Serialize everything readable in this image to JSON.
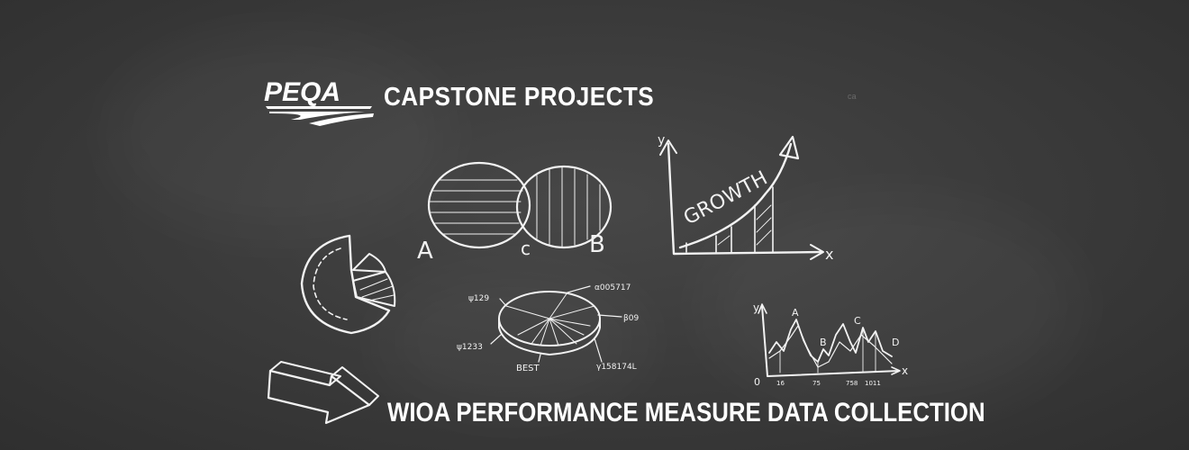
{
  "header": {
    "logo_text": "PEQA",
    "title": "CAPSTONE PROJECTS",
    "faint_mark": "ca"
  },
  "footer": {
    "title": "WIOA PERFORMANCE MEASURE DATA COLLECTION"
  },
  "doodles": {
    "venn": {
      "left": "A",
      "middle": "c",
      "right": "B"
    },
    "growth": {
      "word": "GROWTH",
      "y_axis": "y",
      "x_axis": "x"
    },
    "pie3d": {
      "top_right": "α005717",
      "top_left": "ψ129",
      "right": "β09",
      "left": "ψ1233",
      "bottom": "BEST",
      "bottom_right": "γ158174L"
    },
    "line_graph": {
      "y_axis": "y",
      "x_axis": "x",
      "origin": "0",
      "peak_a": "A",
      "peak_b": "B",
      "peak_c": "C",
      "peak_d": "D",
      "tick_1": "16",
      "tick_2": "75",
      "tick_3": "758",
      "tick_4": "1011"
    }
  },
  "colors": {
    "chalkboard": "#3a3a3a",
    "chalk": "#f2f2f2",
    "text": "#ffffff"
  }
}
